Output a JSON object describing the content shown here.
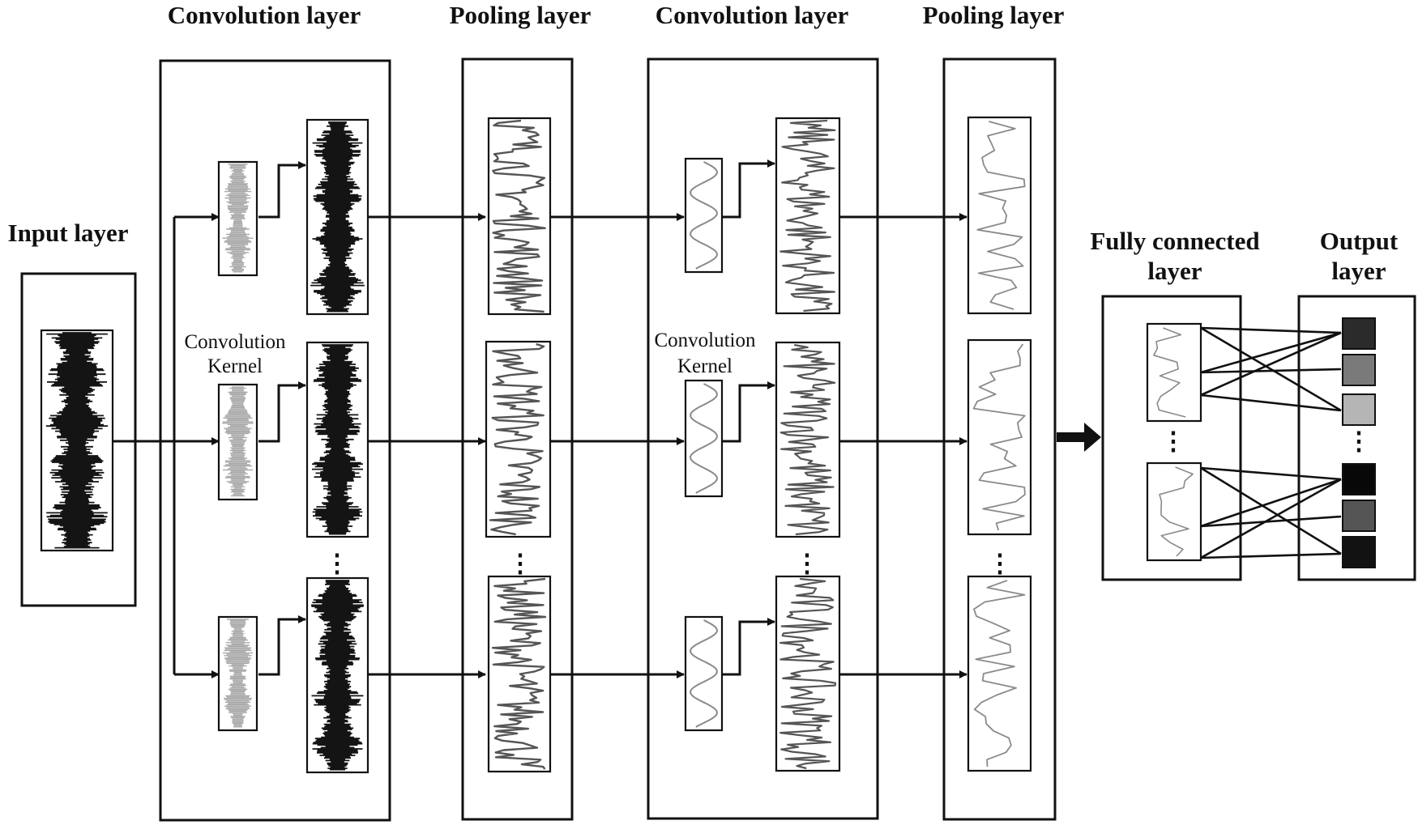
{
  "labels": {
    "input_layer": "Input layer",
    "conv_layer_1": "Convolution layer",
    "pool_layer_1": "Pooling layer",
    "conv_layer_2": "Convolution layer",
    "pool_layer_2": "Pooling layer",
    "fc_layer_line1": "Fully connected",
    "fc_layer_line2": "layer",
    "output_layer_line1": "Output",
    "output_layer_line2": "layer",
    "kernel_1_line1": "Convolution",
    "kernel_1_line2": "Kernel",
    "kernel_2_line1": "Convolution",
    "kernel_2_line2": "Kernel"
  },
  "ellipsis": "⋮",
  "colors": {
    "line": "#111111",
    "signal_dark": "#141414",
    "signal_mid": "#555555",
    "signal_light": "#8a8a8a",
    "signal_pale": "#a8a8a8",
    "output_nodes": [
      "#2b2b2b",
      "#7a7a7a",
      "#b5b5b5",
      "#080808",
      "#555555",
      "#121212"
    ]
  }
}
